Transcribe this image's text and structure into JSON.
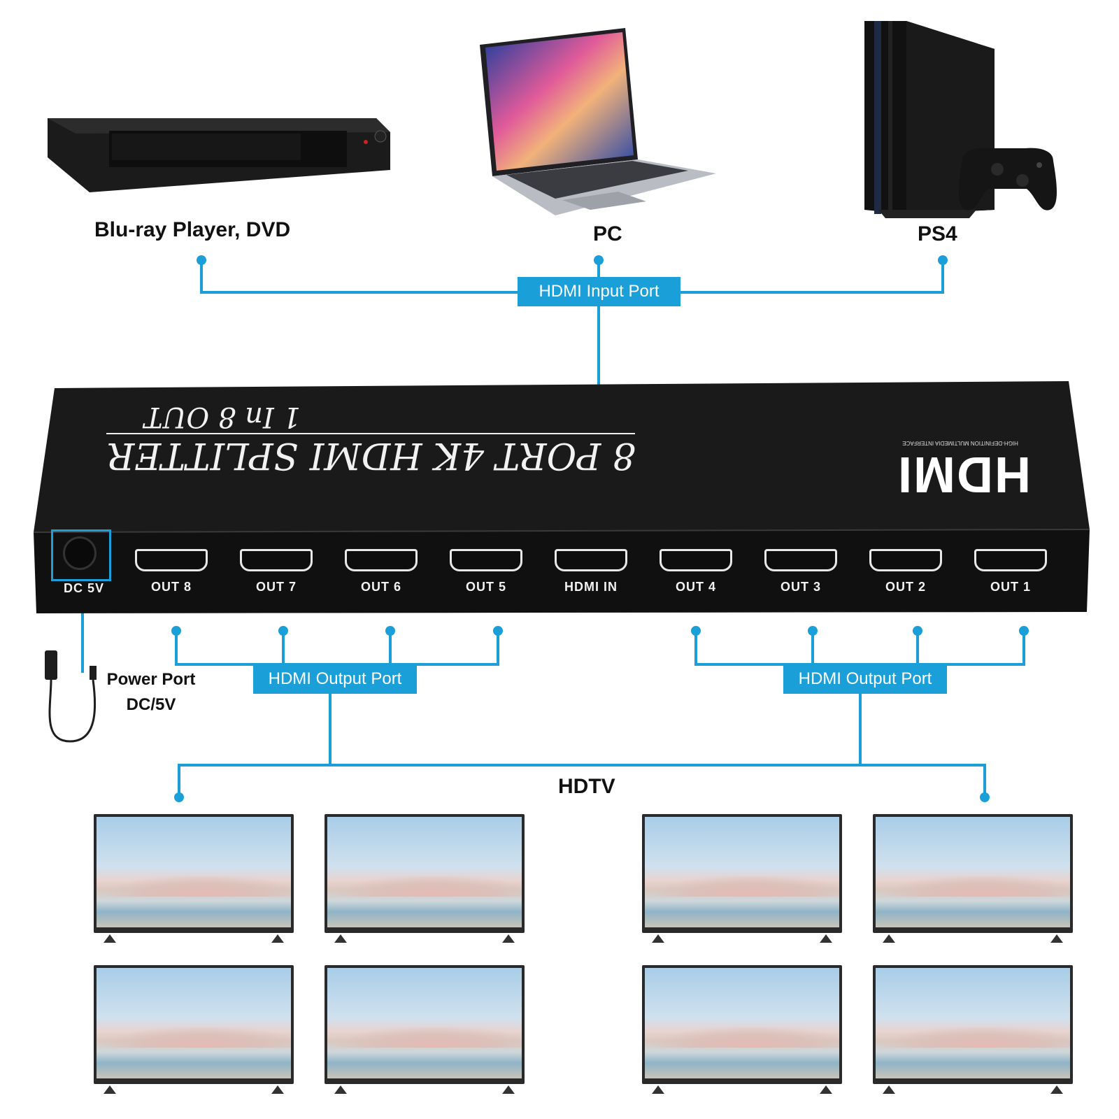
{
  "sources": [
    {
      "label": "Blu-ray Player, DVD",
      "icon": "bluray-player-icon"
    },
    {
      "label": "PC",
      "icon": "laptop-icon"
    },
    {
      "label": "PS4",
      "icon": "ps4-console-icon"
    }
  ],
  "tags": {
    "input": "HDMI Input Port",
    "output_left": "HDMI Output Port",
    "output_right": "HDMI Output Port"
  },
  "device": {
    "title": "8 PORT 4K HDMI SPLITTER",
    "subtitle": "1 In 8 OUT",
    "logo": "HDMI",
    "logo_tagline": "HIGH-DEFINITION MULTIMEDIA INTERFACE",
    "dc_label": "DC 5V",
    "ports": [
      "OUT 8",
      "OUT 7",
      "OUT 6",
      "OUT 5",
      "HDMI IN",
      "OUT 4",
      "OUT 3",
      "OUT 2",
      "OUT 1"
    ]
  },
  "power": {
    "line1": "Power Port",
    "line2": "DC/5V"
  },
  "hdtv_label": "HDTV",
  "colors": {
    "accent": "#1a9fd9",
    "device": "#161616",
    "text": "#111111"
  }
}
